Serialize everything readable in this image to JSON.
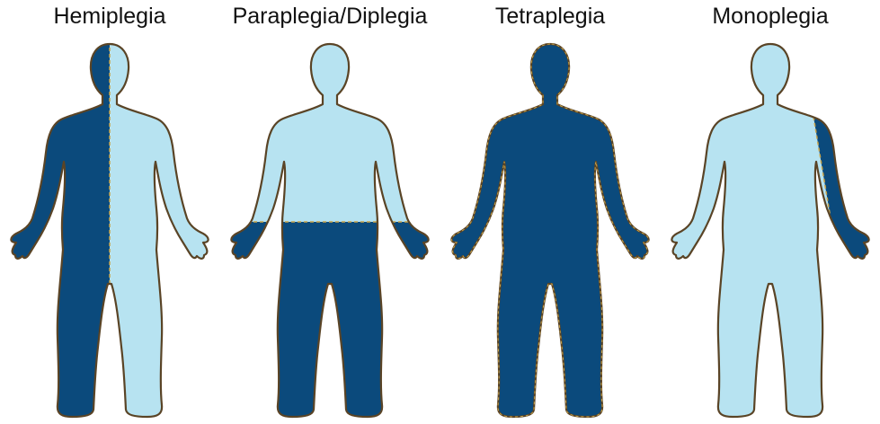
{
  "colors": {
    "affected": "#0b4a7c",
    "unaffected": "#b7e3f1",
    "outline": "#5a4426",
    "divider": "#c9a44a",
    "background": "#ffffff"
  },
  "panels": [
    {
      "id": "hemiplegia",
      "label": "Hemiplegia",
      "affected_regions": [
        "left-half"
      ]
    },
    {
      "id": "paraplegia",
      "label": "Paraplegia/Diplegia",
      "affected_regions": [
        "legs"
      ]
    },
    {
      "id": "tetraplegia",
      "label": "Tetraplegia",
      "affected_regions": [
        "whole-body"
      ]
    },
    {
      "id": "monoplegia",
      "label": "Monoplegia",
      "affected_regions": [
        "one-arm"
      ]
    }
  ]
}
